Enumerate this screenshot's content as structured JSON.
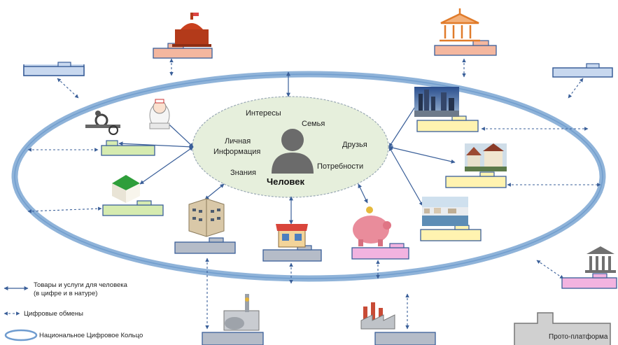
{
  "center": {
    "title": "Человек",
    "attributes": {
      "interests": "Интересы",
      "family": "Семья",
      "personal_info": "Личная\nИнформация",
      "personal_info_line1": "Личная",
      "personal_info_line2": "Информация",
      "friends": "Друзья",
      "knowledge": "Знания",
      "needs": "Потребности"
    }
  },
  "legend": {
    "goods_line1": "Товары и услуги для человека",
    "goods_line2": "(в цифре и в  натуре)",
    "exchanges": "Цифровые обмены",
    "ring": "Национальное Цифровое Кольцо"
  },
  "proto_platform": "Прото-платформа",
  "colors": {
    "ring": "#8fb3d9",
    "ring_inner": "#6f9ccf",
    "cloud_fill": "#e6efdc",
    "person": "#6b6b6b",
    "arrow": "#3a5f99",
    "platform_salmon": "#f4b79f",
    "platform_yellow": "#fff3b0",
    "platform_green": "#d6ebb0",
    "platform_gray": "#b5bcc8",
    "platform_pink": "#f2b3e0",
    "platform_blue": "#c8d8ef",
    "platform_proto": "#d0d0d0"
  }
}
